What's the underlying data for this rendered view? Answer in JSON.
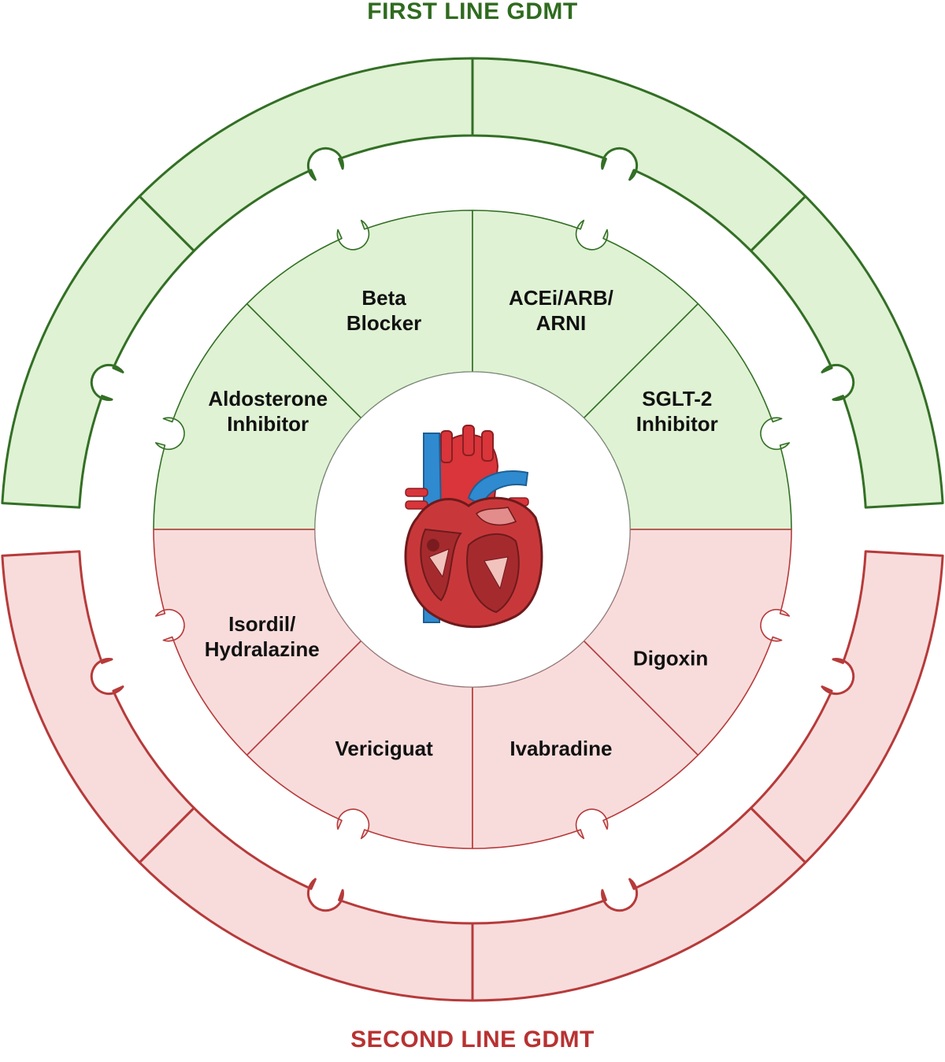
{
  "titles": {
    "first_line": "FIRST LINE GDMT",
    "second_line": "SECOND LINE GDMT"
  },
  "colors": {
    "first_fill": "#dff2d4",
    "first_stroke": "#336f25",
    "first_title": "#2f6b1f",
    "second_fill": "#f8dcdc",
    "second_stroke": "#b73a3a",
    "second_title": "#b83232",
    "heart_muscle": "#c8383a",
    "heart_artery": "#d9353a",
    "heart_vein": "#2f8ad0"
  },
  "first_line_segments": [
    {
      "id": "aldosterone",
      "lines": [
        "Aldosterone",
        "Inhibitor"
      ]
    },
    {
      "id": "beta",
      "lines": [
        "Beta",
        "Blocker"
      ]
    },
    {
      "id": "acei",
      "lines": [
        "ACEi/ARB/",
        "ARNI"
      ]
    },
    {
      "id": "sglt2",
      "lines": [
        "SGLT-2",
        "Inhibitor"
      ]
    }
  ],
  "second_line_segments": [
    {
      "id": "isordil",
      "lines": [
        "Isordil/",
        "Hydralazine"
      ]
    },
    {
      "id": "vericiguat",
      "lines": [
        "Vericiguat"
      ]
    },
    {
      "id": "ivabradine",
      "lines": [
        "Ivabradine"
      ]
    },
    {
      "id": "digoxin",
      "lines": [
        "Digoxin"
      ]
    }
  ],
  "center_icon": "heart-icon"
}
